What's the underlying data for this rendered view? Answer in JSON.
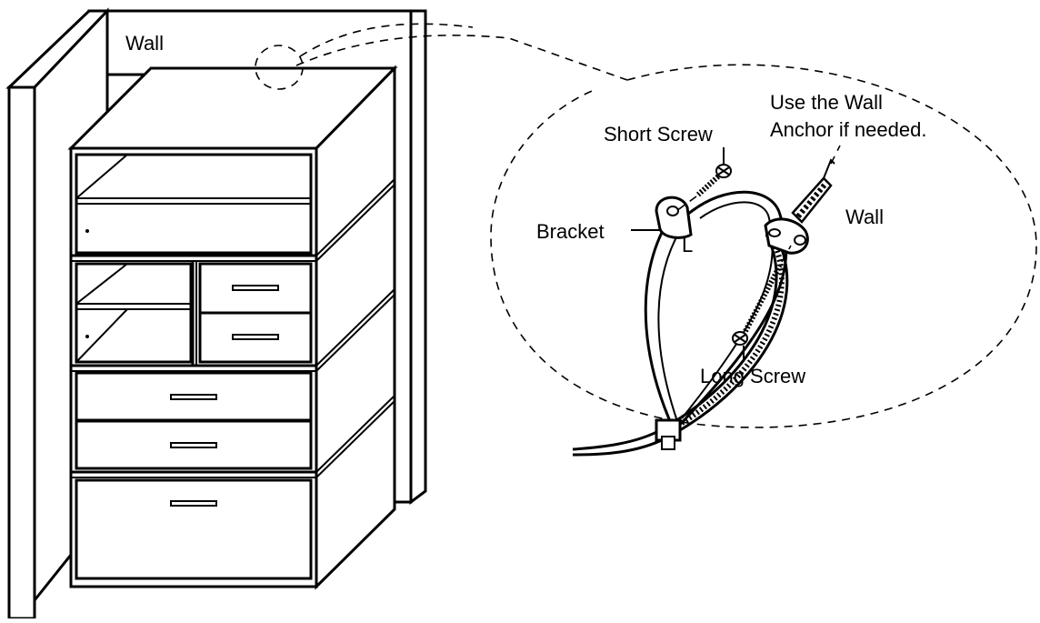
{
  "labels": {
    "wall_left": "Wall",
    "short_screw": "Short Screw",
    "use_wall_line1": "Use the Wall",
    "use_wall_line2": "Anchor if needed.",
    "wall_right": "Wall",
    "bracket": "Bracket",
    "l_mark": "L",
    "long_screw": "Long Screw"
  }
}
